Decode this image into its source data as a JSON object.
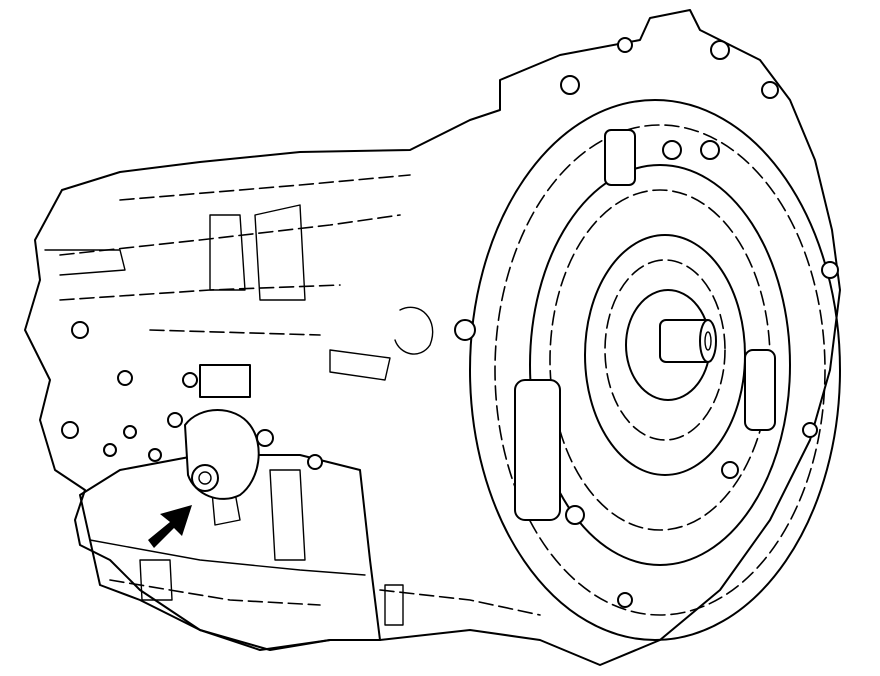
{
  "figure": {
    "subject": "automatic-transmission-assembly",
    "style": "black-and-white line drawing",
    "colors": {
      "ink": "#000000",
      "paper": "#ffffff"
    },
    "callout": {
      "type": "arrow",
      "direction": "up-right",
      "points_to": "valve-body-component"
    }
  }
}
